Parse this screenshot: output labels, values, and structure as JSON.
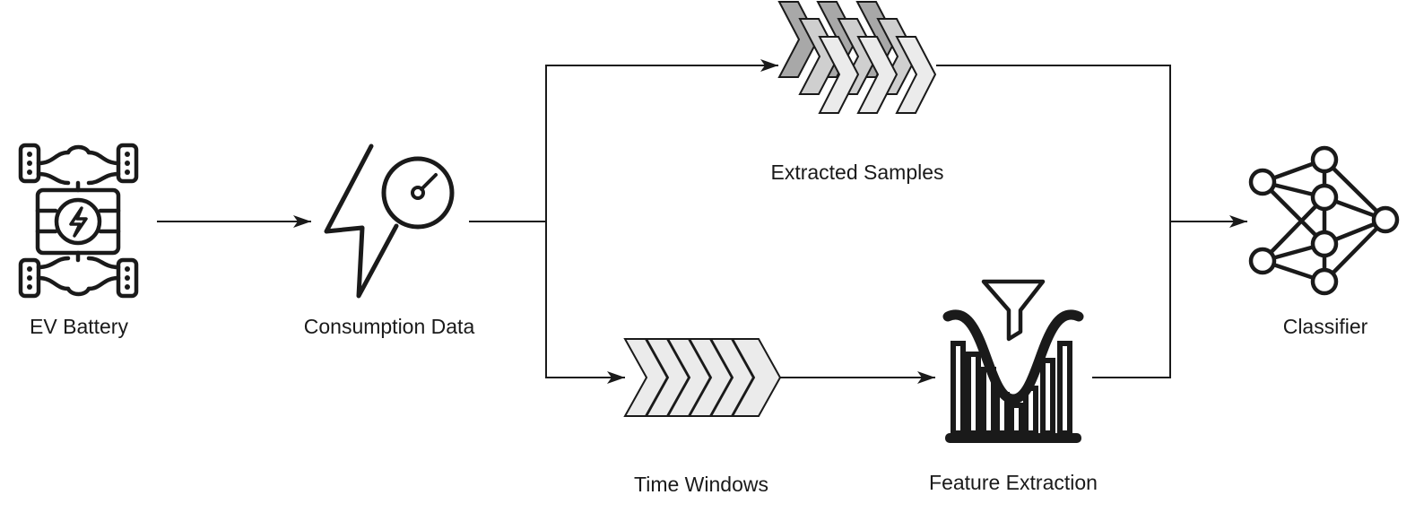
{
  "labels": {
    "ev_battery": "EV Battery",
    "consumption_data": "Consumption Data",
    "extracted_samples": "Extracted Samples",
    "time_windows": "Time Windows",
    "feature_extraction": "Feature Extraction",
    "classifier": "Classifier"
  },
  "colors": {
    "stroke": "#1a1a1a",
    "chevron_light": "#ebebeb",
    "chevron_mid": "#cfcfcf",
    "chevron_dark": "#a8a8a8"
  },
  "icons": {
    "ev_battery": "ev-chassis-battery-icon",
    "consumption_data": "lightning-gauge-icon",
    "extracted_samples": "stacked-chevrons-icon",
    "time_windows": "chevron-sequence-icon",
    "feature_extraction": "filter-bar-chart-icon",
    "classifier": "neural-network-icon"
  }
}
